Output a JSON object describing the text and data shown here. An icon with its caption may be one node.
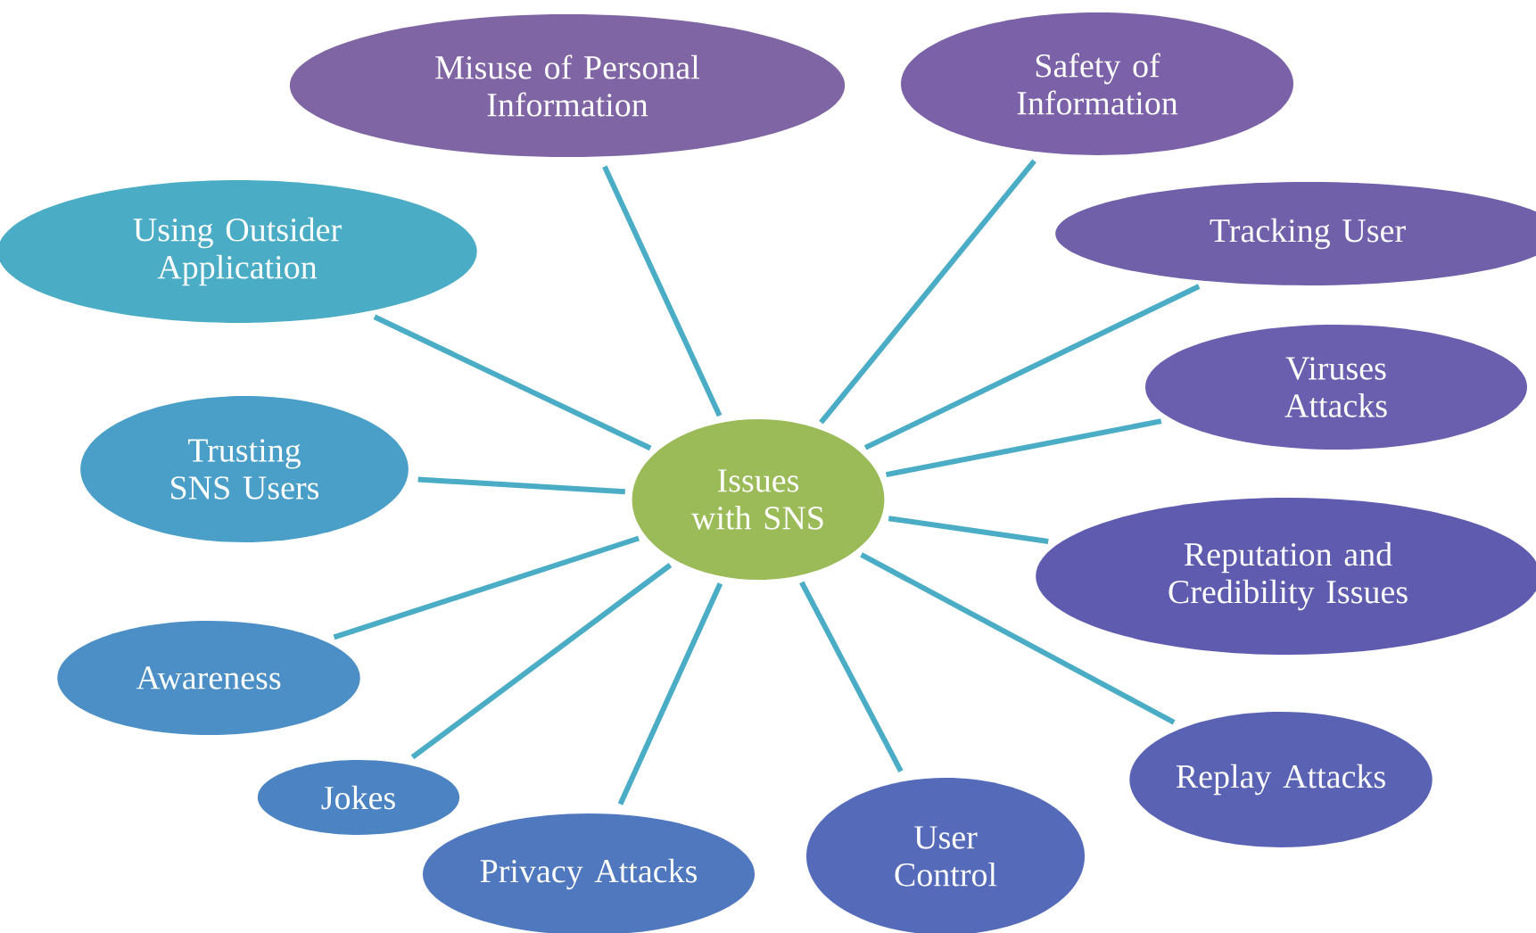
{
  "diagram": {
    "nodes": [
      {
        "text": [
          "Issues with SNS"
        ]
      },
      {
        "text": [
          "Misuse of Personal Information"
        ]
      },
      {
        "text": [
          "Safety of Information"
        ]
      },
      {
        "text": [
          "Using Outsider Application"
        ]
      },
      {
        "text": [
          "Tracking User"
        ]
      },
      {
        "text": [
          "Trusting SNS Users"
        ]
      },
      {
        "text": [
          "Viruses Attacks"
        ]
      },
      {
        "text": [
          "Reputation and Credibility Issues"
        ]
      },
      {
        "text": [
          "Awareness"
        ]
      },
      {
        "text": [
          "Replay Attacks"
        ]
      },
      {
        "text": [
          "Jokes"
        ]
      },
      {
        "text": [
          "Privacy Attacks"
        ]
      },
      {
        "text": [
          "User Control"
        ]
      }
    ],
    "edges": [
      {
        "from": 0,
        "to": 1,
        "arrow": "none"
      },
      {
        "from": 0,
        "to": 2,
        "arrow": "none"
      },
      {
        "from": 0,
        "to": 3,
        "arrow": "none"
      },
      {
        "from": 0,
        "to": 4,
        "arrow": "none"
      },
      {
        "from": 0,
        "to": 5,
        "arrow": "none"
      },
      {
        "from": 0,
        "to": 6,
        "arrow": "none"
      },
      {
        "from": 0,
        "to": 7,
        "arrow": "none"
      },
      {
        "from": 0,
        "to": 8,
        "arrow": "none"
      },
      {
        "from": 0,
        "to": 9,
        "arrow": "none"
      },
      {
        "from": 0,
        "to": 10,
        "arrow": "none"
      },
      {
        "from": 0,
        "to": 11,
        "arrow": "none"
      },
      {
        "from": 0,
        "to": 12,
        "arrow": "none"
      }
    ]
  }
}
